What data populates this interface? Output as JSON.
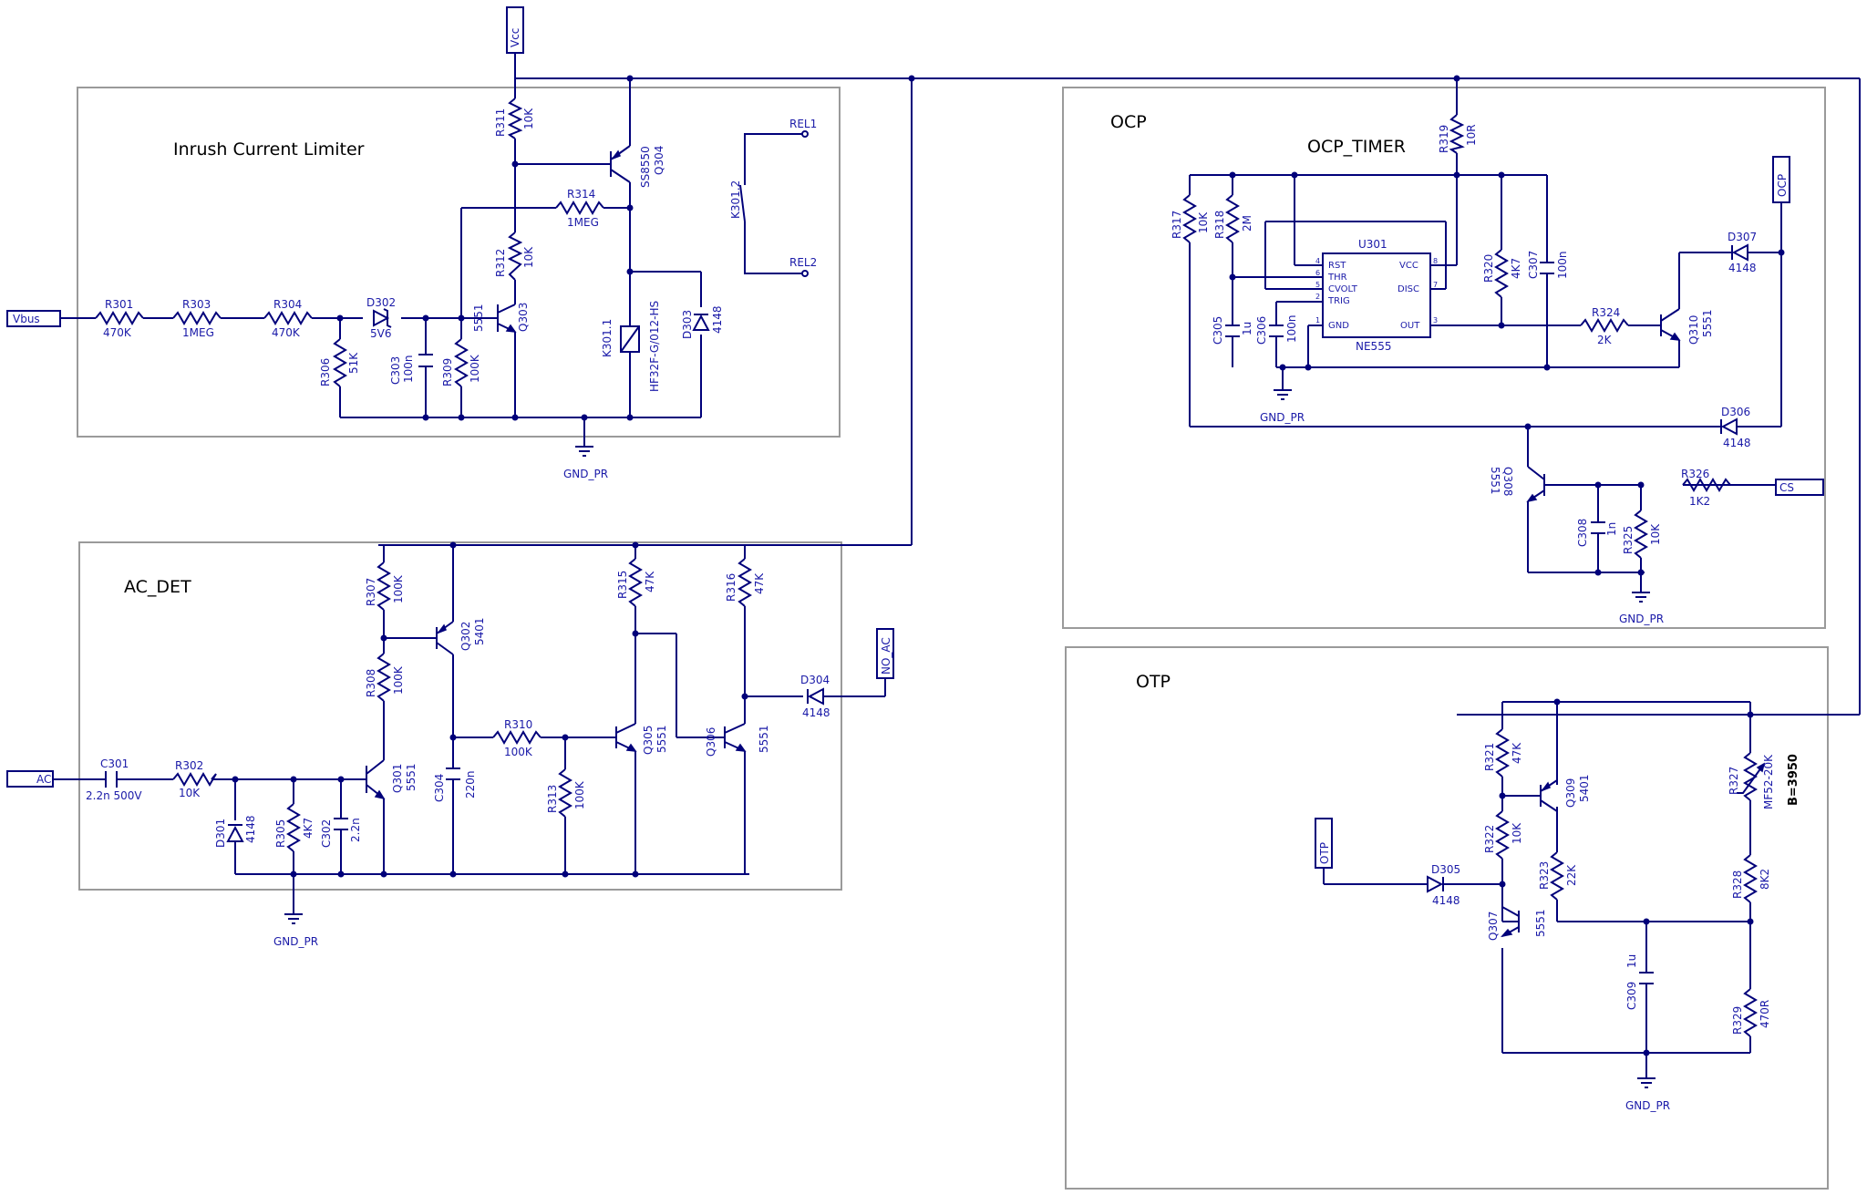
{
  "blocks": {
    "inrush": "Inrush Current Limiter",
    "ac_det": "AC_DET",
    "ocp": "OCP",
    "ocp_timer": "OCP_TIMER",
    "otp": "OTP"
  },
  "ports": {
    "vcc": "Vcc",
    "vbus": "Vbus",
    "ac": "AC",
    "no_ac": "NO_AC",
    "ocp": "OCP",
    "cs": "CS",
    "otp": "OTP"
  },
  "gnd": {
    "inrush": "GND_PR",
    "ac_det": "GND_PR",
    "ocp_timer": "GND_PR",
    "ocp_sense": "GND_PR",
    "otp": "GND_PR"
  },
  "relay_contact": {
    "ref": "K301.2",
    "rel1": "REL1",
    "rel2": "REL2"
  },
  "components": {
    "r301": {
      "ref": "R301",
      "val": "470K"
    },
    "r303": {
      "ref": "R303",
      "val": "1MEG"
    },
    "r304": {
      "ref": "R304",
      "val": "470K"
    },
    "d302": {
      "ref": "D302",
      "val": "5V6"
    },
    "r306": {
      "ref": "R306",
      "val": "51K"
    },
    "c303": {
      "ref": "C303",
      "val": "100n"
    },
    "r309": {
      "ref": "R309",
      "val": "100K"
    },
    "q303": {
      "ref": "Q303",
      "val": "5551"
    },
    "r311": {
      "ref": "R311",
      "val": "10K"
    },
    "r312": {
      "ref": "R312",
      "val": "10K"
    },
    "r314": {
      "ref": "R314",
      "val": "1MEG"
    },
    "q304": {
      "ref": "Q304",
      "val": "SS8550"
    },
    "k301": {
      "ref": "K301.1",
      "val": "HF32F-G/012-HS"
    },
    "d303": {
      "ref": "D303",
      "val": "4148"
    },
    "c301": {
      "ref": "C301",
      "val": "2.2n 500V"
    },
    "r302": {
      "ref": "R302",
      "val": "10K"
    },
    "d301": {
      "ref": "D301",
      "val": "4148"
    },
    "r305": {
      "ref": "R305",
      "val": "4K7"
    },
    "c302": {
      "ref": "C302",
      "val": "2.2n"
    },
    "q301": {
      "ref": "Q301",
      "val": "5551"
    },
    "r307": {
      "ref": "R307",
      "val": "100K"
    },
    "r308": {
      "ref": "R308",
      "val": "100K"
    },
    "q302": {
      "ref": "Q302",
      "val": "5401"
    },
    "c304": {
      "ref": "C304",
      "val": "220n"
    },
    "r310": {
      "ref": "R310",
      "val": "100K"
    },
    "r313": {
      "ref": "R313",
      "val": "100K"
    },
    "r315": {
      "ref": "R315",
      "val": "47K"
    },
    "q305": {
      "ref": "Q305",
      "val": "5551"
    },
    "r316": {
      "ref": "R316",
      "val": "47K"
    },
    "q306": {
      "ref": "Q306",
      "val": "5551"
    },
    "d304": {
      "ref": "D304",
      "val": "4148"
    },
    "r317": {
      "ref": "R317",
      "val": "10K"
    },
    "r318": {
      "ref": "R318",
      "val": "2M"
    },
    "r319": {
      "ref": "R319",
      "val": "10R"
    },
    "c305": {
      "ref": "C305",
      "val": "1u"
    },
    "c306": {
      "ref": "C306",
      "val": "100n"
    },
    "u301": {
      "ref": "U301",
      "val": "NE555"
    },
    "r320": {
      "ref": "R320",
      "val": "4K7"
    },
    "c307": {
      "ref": "C307",
      "val": "100n"
    },
    "r324": {
      "ref": "R324",
      "val": "2K"
    },
    "q310": {
      "ref": "Q310",
      "val": "5551"
    },
    "d307": {
      "ref": "D307",
      "val": "4148"
    },
    "d306": {
      "ref": "D306",
      "val": "4148"
    },
    "q308": {
      "ref": "Q308",
      "val": "5551"
    },
    "c308": {
      "ref": "C308",
      "val": "1n"
    },
    "r325": {
      "ref": "R325",
      "val": "10K"
    },
    "r326": {
      "ref": "R326",
      "val": "1K2"
    },
    "r321": {
      "ref": "R321",
      "val": "47K"
    },
    "q309": {
      "ref": "Q309",
      "val": "5401"
    },
    "r322": {
      "ref": "R322",
      "val": "10K"
    },
    "r323": {
      "ref": "R323",
      "val": "22K"
    },
    "d305": {
      "ref": "D305",
      "val": "4148"
    },
    "q307": {
      "ref": "Q307",
      "val": "5551"
    },
    "c309": {
      "ref": "C309",
      "val": "1u"
    },
    "r327": {
      "ref": "R327",
      "val": "MF52-20K"
    },
    "r327_b": "B=3950",
    "r328": {
      "ref": "R328",
      "val": "8K2"
    },
    "r329": {
      "ref": "R329",
      "val": "470R"
    }
  },
  "ic_pins": {
    "rst": "RST",
    "thr": "THR",
    "cvolt": "CVOLT",
    "trig": "TRIG",
    "gnd": "GND",
    "vcc": "VCC",
    "disc": "DISC",
    "out": "OUT",
    "n4": "4",
    "n6": "6",
    "n5": "5",
    "n2": "2",
    "n1": "1",
    "n8": "8",
    "n7": "7",
    "n3": "3"
  },
  "colors": {
    "wire": "#00007a",
    "label": "#1a1aa8",
    "block_border": "#9a9a9a",
    "block_title": "#000000"
  }
}
